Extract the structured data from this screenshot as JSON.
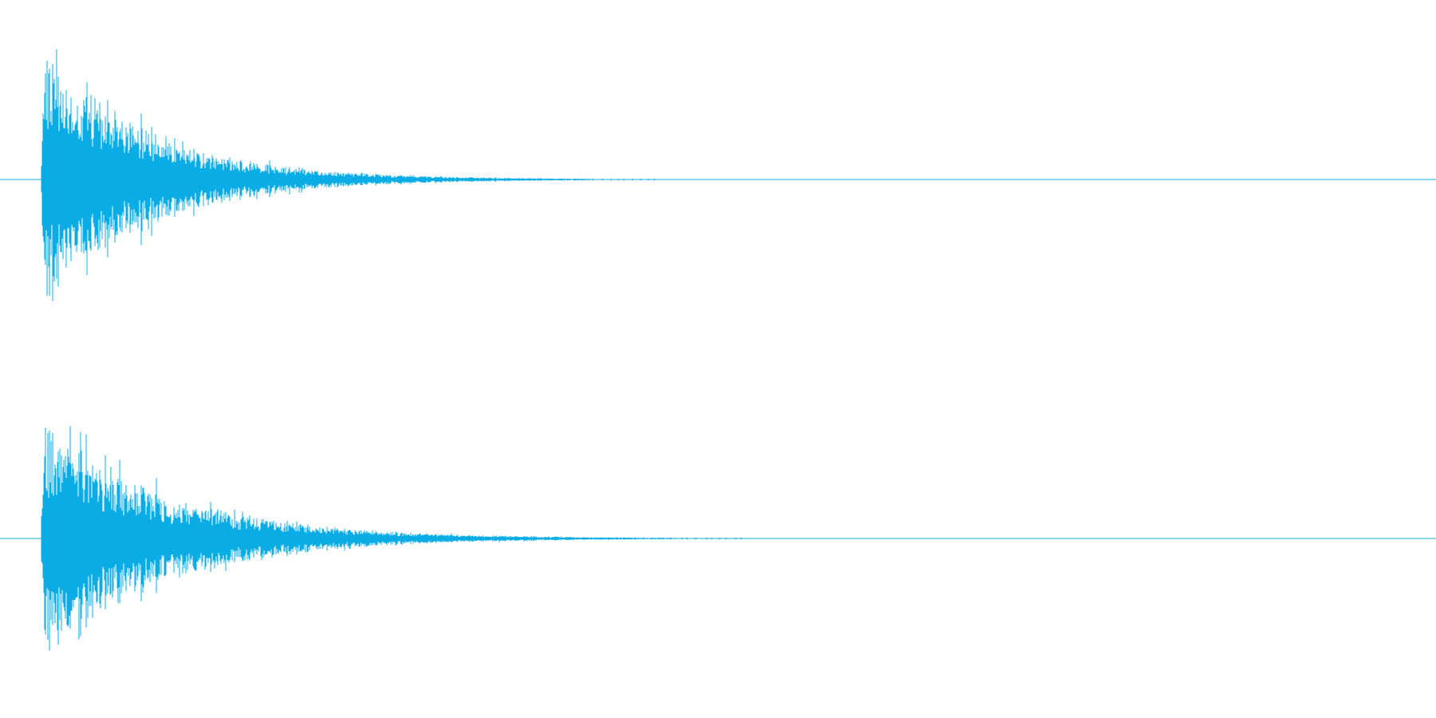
{
  "waveform": {
    "color": "#0aace5",
    "background": "#ffffff",
    "channels": [
      {
        "id": "channel-1",
        "peak_amplitude": 0.98,
        "onset_time_fraction": 0.021,
        "decay_end_time_fraction": 0.41,
        "seed": 11
      },
      {
        "id": "channel-2",
        "peak_amplitude": 0.92,
        "onset_time_fraction": 0.021,
        "decay_end_time_fraction": 0.47,
        "seed": 29
      }
    ]
  }
}
